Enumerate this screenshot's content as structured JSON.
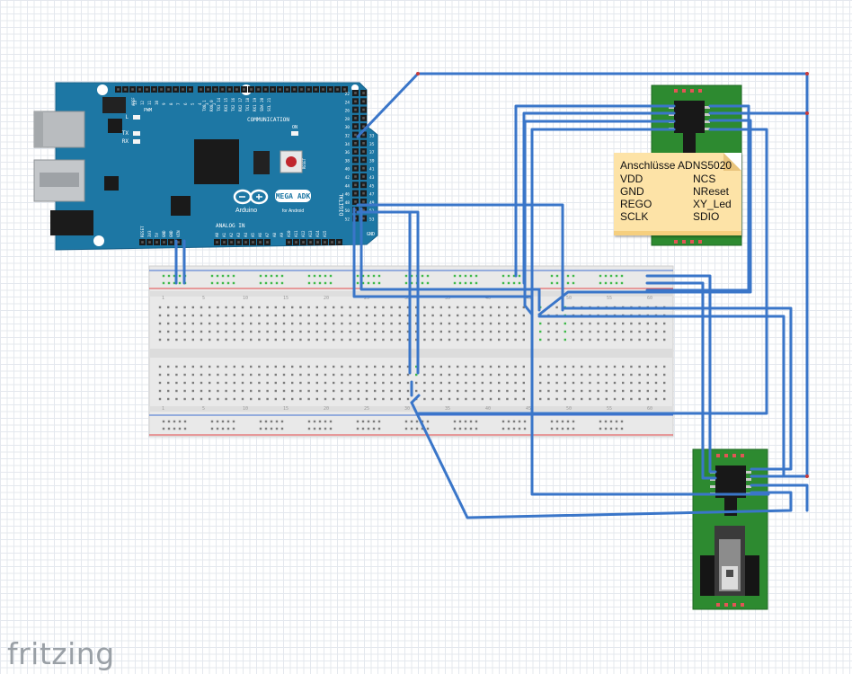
{
  "note": {
    "title": "Anschlüsse ADNS5020",
    "rows": [
      {
        "left": "VDD",
        "right": "NCS"
      },
      {
        "left": "GND",
        "right": "NReset"
      },
      {
        "left": "REGO",
        "right": "XY_Led"
      },
      {
        "left": "SCLK",
        "right": "SDIO"
      }
    ]
  },
  "board": {
    "brand": "Arduino",
    "model": "MEGA ADK",
    "model_sub": "for Android",
    "header_communication": "COMMUNICATION",
    "header_analog": "ANALOG IN",
    "header_digital": "DIGITAL",
    "label_pwm": "PWM",
    "label_tx": "TX",
    "label_rx": "RX",
    "label_l": "L",
    "label_on": "ON",
    "label_reset": "RESET",
    "label_aref": "AREF",
    "label_gnd": "GND",
    "power_pins": [
      "RESET",
      "3V3",
      "5V",
      "GND",
      "GND",
      "VIN"
    ],
    "analog_pins": [
      "A0",
      "A1",
      "A2",
      "A3",
      "A4",
      "A5",
      "A6",
      "A7",
      "A8",
      "A9",
      "A10",
      "A11",
      "A12",
      "A13",
      "A14",
      "A15"
    ],
    "comm_pins": [
      "TX0 1",
      "RX0 0",
      "TX3 14",
      "RX3 15",
      "TX2 16",
      "RX2 17",
      "TX1 18",
      "RX1 19",
      "SDA 20",
      "SCL 21"
    ],
    "pwm_pins": [
      "13",
      "12",
      "11",
      "10",
      "9",
      "8",
      "7",
      "6",
      "5",
      "4",
      "3",
      "2"
    ],
    "digital_left": [
      "22",
      "24",
      "26",
      "28",
      "30",
      "32",
      "34",
      "36",
      "38",
      "40",
      "42",
      "44",
      "46",
      "48",
      "50",
      "52"
    ],
    "digital_right": [
      "23",
      "25",
      "27",
      "29",
      "31",
      "33",
      "35",
      "37",
      "39",
      "41",
      "43",
      "45",
      "47",
      "49",
      "51",
      "53"
    ]
  },
  "breadboard": {
    "column_numbers": [
      "1",
      "5",
      "10",
      "15",
      "20",
      "25",
      "30",
      "35",
      "40",
      "45",
      "50",
      "55",
      "60"
    ]
  },
  "logo": "fritzing",
  "colors": {
    "wire": "#3a76c9",
    "board": "#1d77a4",
    "sensor_pcb": "#2d8a30",
    "rail_red": "#e2494c",
    "rail_blue": "#3e6fd1",
    "hole": "#7c7c7c",
    "hole_connected": "#3fb94a"
  }
}
